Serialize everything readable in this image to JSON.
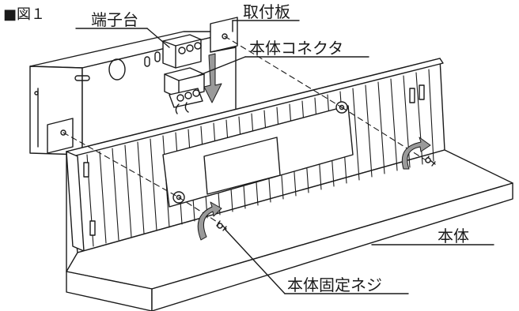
{
  "figure": {
    "title": "■図１"
  },
  "labels": {
    "terminal_block": "端子台",
    "mounting_plate": "取付板",
    "body_connector": "本体コネクタ",
    "body": "本体",
    "body_fixing_screw": "本体固定ネジ"
  },
  "colors": {
    "line": "#1a1a1a",
    "arrow_fill": "#9a9a9a",
    "panel_fill": "#ffffff"
  },
  "icons": {
    "assembly_arrow": "down-arrow-icon",
    "rotation_arrow": "curved-rotation-arrow-icon"
  }
}
